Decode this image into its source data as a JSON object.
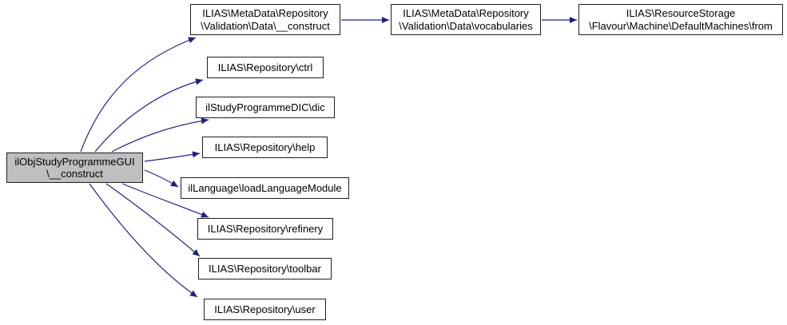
{
  "diagram": {
    "type": "call-graph",
    "title": "Call graph for ilObjStudyProgrammeGUI\\__construct",
    "colors": {
      "background": "#ffffff",
      "node_fill": "#ffffff",
      "highlight_node_fill": "#bfbfbf",
      "node_border": "#1f1f1f",
      "edge": "#202080",
      "text": "#000000"
    },
    "nodes": [
      {
        "id": "ilObjStudyProgrammeGUI\\__construct",
        "highlighted": true,
        "lines": [
          "ilObjStudyProgrammeGUI",
          "\\__construct"
        ]
      },
      {
        "id": "ILIAS\\MetaData\\Repository\\Validation\\Data\\__construct",
        "highlighted": false,
        "lines": [
          "ILIAS\\MetaData\\Repository",
          "\\Validation\\Data\\__construct"
        ]
      },
      {
        "id": "ILIAS\\Repository\\ctrl",
        "highlighted": false,
        "lines": [
          "ILIAS\\Repository\\ctrl"
        ]
      },
      {
        "id": "ilStudyProgrammeDIC\\dic",
        "highlighted": false,
        "lines": [
          "ilStudyProgrammeDIC\\dic"
        ]
      },
      {
        "id": "ILIAS\\Repository\\help",
        "highlighted": false,
        "lines": [
          "ILIAS\\Repository\\help"
        ]
      },
      {
        "id": "ilLanguage\\loadLanguageModule",
        "highlighted": false,
        "lines": [
          "ilLanguage\\loadLanguageModule"
        ]
      },
      {
        "id": "ILIAS\\Repository\\refinery",
        "highlighted": false,
        "lines": [
          "ILIAS\\Repository\\refinery"
        ]
      },
      {
        "id": "ILIAS\\Repository\\toolbar",
        "highlighted": false,
        "lines": [
          "ILIAS\\Repository\\toolbar"
        ]
      },
      {
        "id": "ILIAS\\Repository\\user",
        "highlighted": false,
        "lines": [
          "ILIAS\\Repository\\user"
        ]
      },
      {
        "id": "ILIAS\\MetaData\\Repository\\Validation\\Data\\vocabularies",
        "highlighted": false,
        "lines": [
          "ILIAS\\MetaData\\Repository",
          "\\Validation\\Data\\vocabularies"
        ]
      },
      {
        "id": "ILIAS\\ResourceStorage\\Flavour\\Machine\\DefaultMachines\\from",
        "highlighted": false,
        "lines": [
          "ILIAS\\ResourceStorage",
          "\\Flavour\\Machine\\DefaultMachines\\from"
        ]
      }
    ],
    "edges": [
      {
        "from": 0,
        "to": 1
      },
      {
        "from": 0,
        "to": 2
      },
      {
        "from": 0,
        "to": 3
      },
      {
        "from": 0,
        "to": 4
      },
      {
        "from": 0,
        "to": 5
      },
      {
        "from": 0,
        "to": 6
      },
      {
        "from": 0,
        "to": 7
      },
      {
        "from": 0,
        "to": 8
      },
      {
        "from": 1,
        "to": 9
      },
      {
        "from": 9,
        "to": 10
      }
    ]
  }
}
